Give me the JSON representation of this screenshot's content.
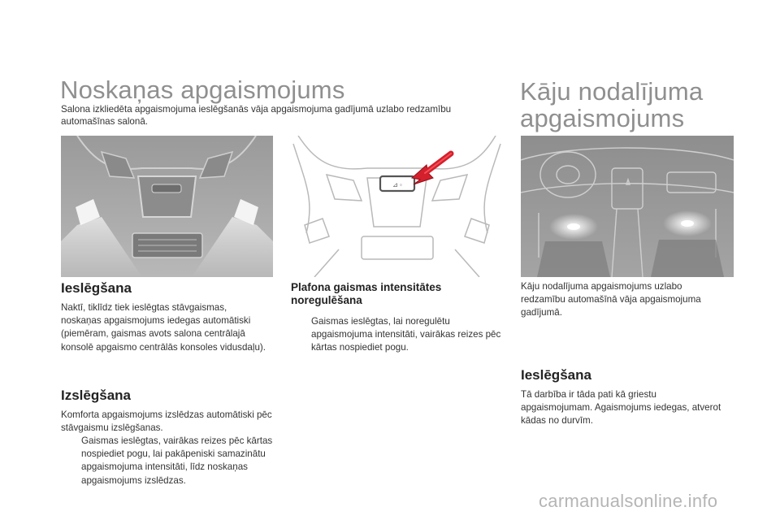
{
  "left_section": {
    "title": "Noskaņas apgaismojums",
    "intro": "Salona izkliedēta apgaismojuma ieslēgšanās vāja apgaismojuma gadījumā uzlabo redzamību automašīnas salonā.",
    "switch_on": {
      "heading": "Ieslēgšana",
      "text": "Naktī, tiklīdz tiek ieslēgtas stāvgaismas, noskaņas apgaismojums iedegas automātiski (piemēram, gaismas avots salona centrālajā konsolē apgaismo centrālās konsoles vidusdaļu)."
    },
    "switch_off": {
      "heading": "Izslēgšana",
      "text": "Komforta apgaismojums izslēdzas automātiski pēc stāvgaismu izslēgšanas.",
      "bullet_mark": "",
      "bullet_text": "Gaismas ieslēgtas, vairākas reizes pēc kārtas nospiediet pogu, lai pakāpeniski samazinātu apgaismojuma intensitāti, līdz noskaņas apgaismojums izslēdzas."
    }
  },
  "middle_section": {
    "heading": "Plafona gaismas intensitātes noregulēšana",
    "bullet_mark": "",
    "bullet_text": "Gaismas ieslēgtas, lai noregulētu apgaismojuma intensitāti, vairākas reizes pēc kārtas nospiediet pogu."
  },
  "right_section": {
    "title": "Kāju nodalījuma apgaismojums",
    "intro": "Kāju nodalījuma apgaismojums uzlabo redzamību automašīnā vāja apgaismojuma gadījumā.",
    "switch_on": {
      "heading": "Ieslēgšana",
      "text": "Tā darbība ir tāda pati kā griestu apgaismojumam. Agaismojums iedegas, atverot kādas no durvīm."
    }
  },
  "watermark": "carmanualsonline.info",
  "colors": {
    "title_gray": "#8f8f8f",
    "arrow_red": "#d4202c"
  }
}
